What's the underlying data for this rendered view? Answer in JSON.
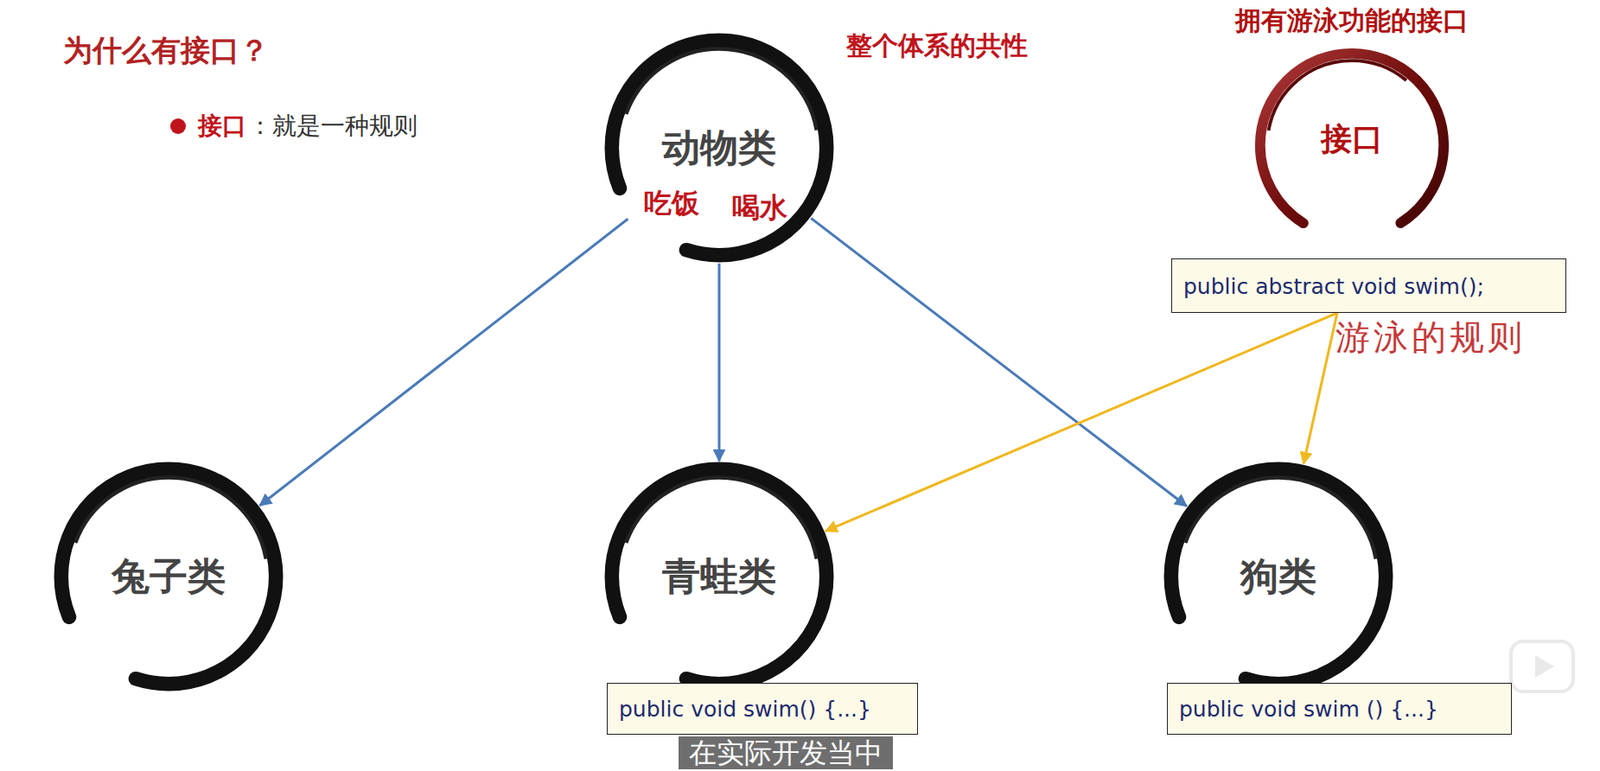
{
  "diagram": {
    "title": "为什么有接口？",
    "nodes": [
      {
        "text": [
          "动物类",
          "吃饭",
          "喝水"
        ]
      },
      {
        "text": [
          "拥有游泳功能的接口",
          "接口"
        ]
      },
      {
        "text": [
          "public abstract void swim();"
        ]
      },
      {
        "text": [
          "兔子类"
        ]
      },
      {
        "text": [
          "青蛙类"
        ]
      },
      {
        "text": [
          "狗类"
        ]
      },
      {
        "text": [
          "public void swim() {...}"
        ]
      },
      {
        "text": [
          "public void swim () {...}"
        ]
      }
    ],
    "edges": [
      {
        "from": 0,
        "to": 3,
        "arrow": "to"
      },
      {
        "from": 0,
        "to": 4,
        "arrow": "to"
      },
      {
        "from": 0,
        "to": 5,
        "arrow": "to"
      },
      {
        "from": 2,
        "to": 4,
        "arrow": "to"
      },
      {
        "from": 2,
        "to": 5,
        "arrow": "to"
      }
    ],
    "labels": [
      "接口",
      "：就是一种规则",
      "整个体系的共性",
      "游泳的规则",
      "在实际开发当中"
    ]
  }
}
